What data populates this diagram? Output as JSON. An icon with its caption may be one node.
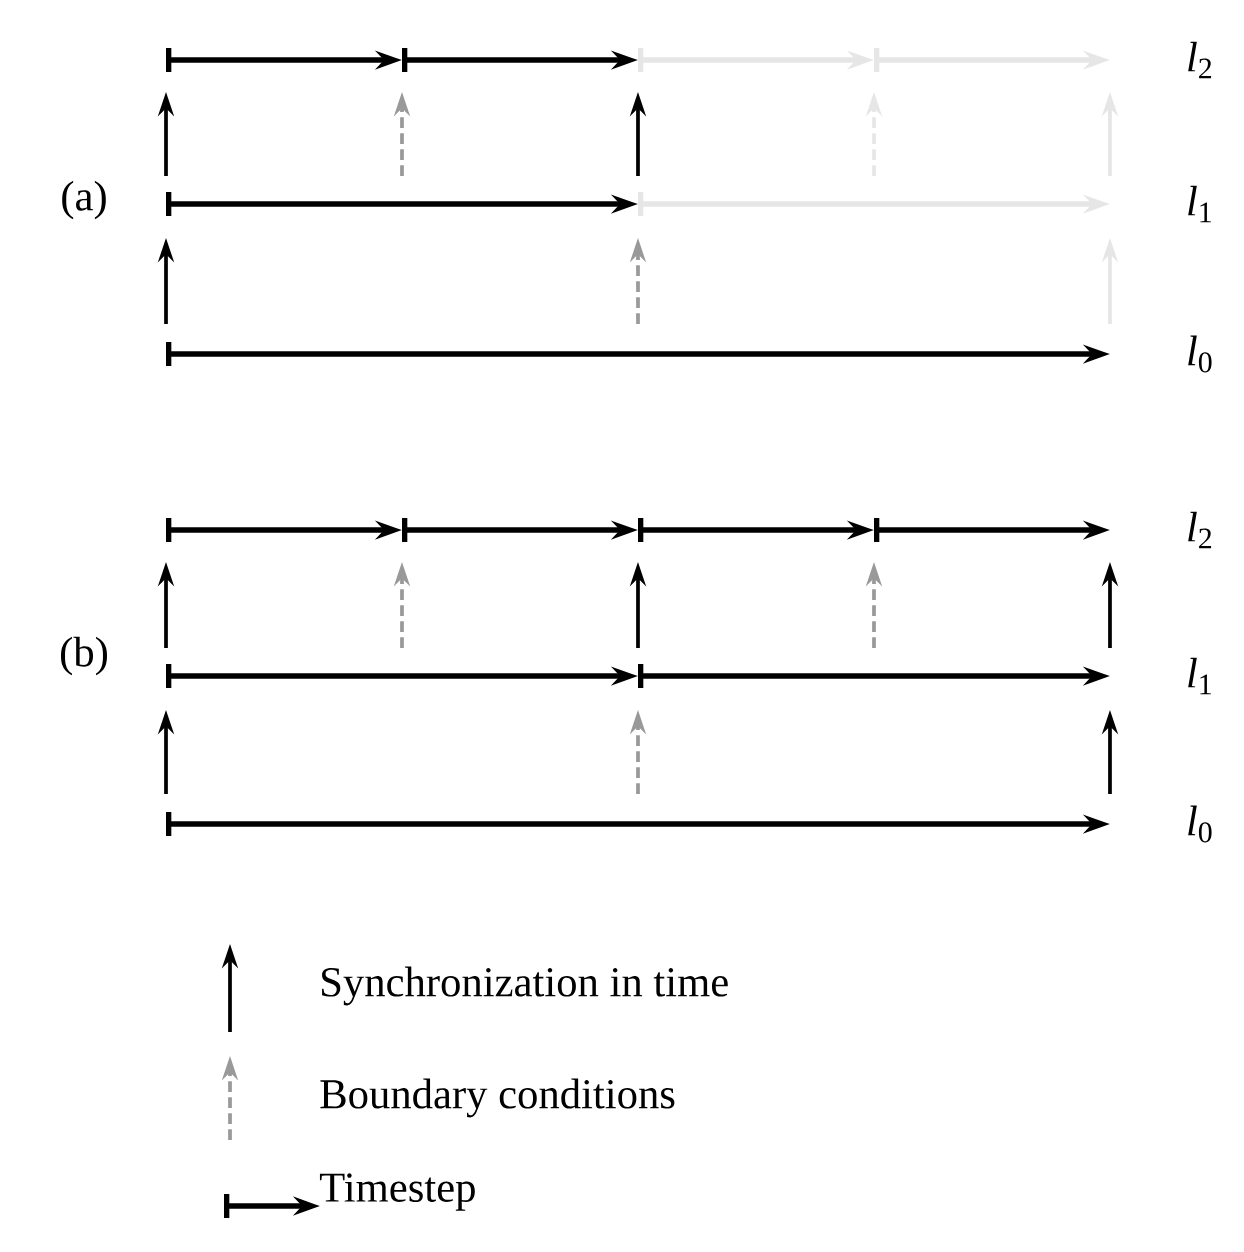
{
  "diagram": {
    "labels": [
      "*l*$_{2}$",
      "(a)",
      "*l*$_{1}$",
      "*l*$_{0}$",
      "*l*$_{2}$",
      "(b)",
      "*l*$_{1}$",
      "*l*$_{0}$"
    ],
    "legend": [
      {
        "text": "Synchronization in time"
      },
      {
        "text": "Boundary conditions"
      },
      {
        "text": "Timestep"
      }
    ]
  }
}
